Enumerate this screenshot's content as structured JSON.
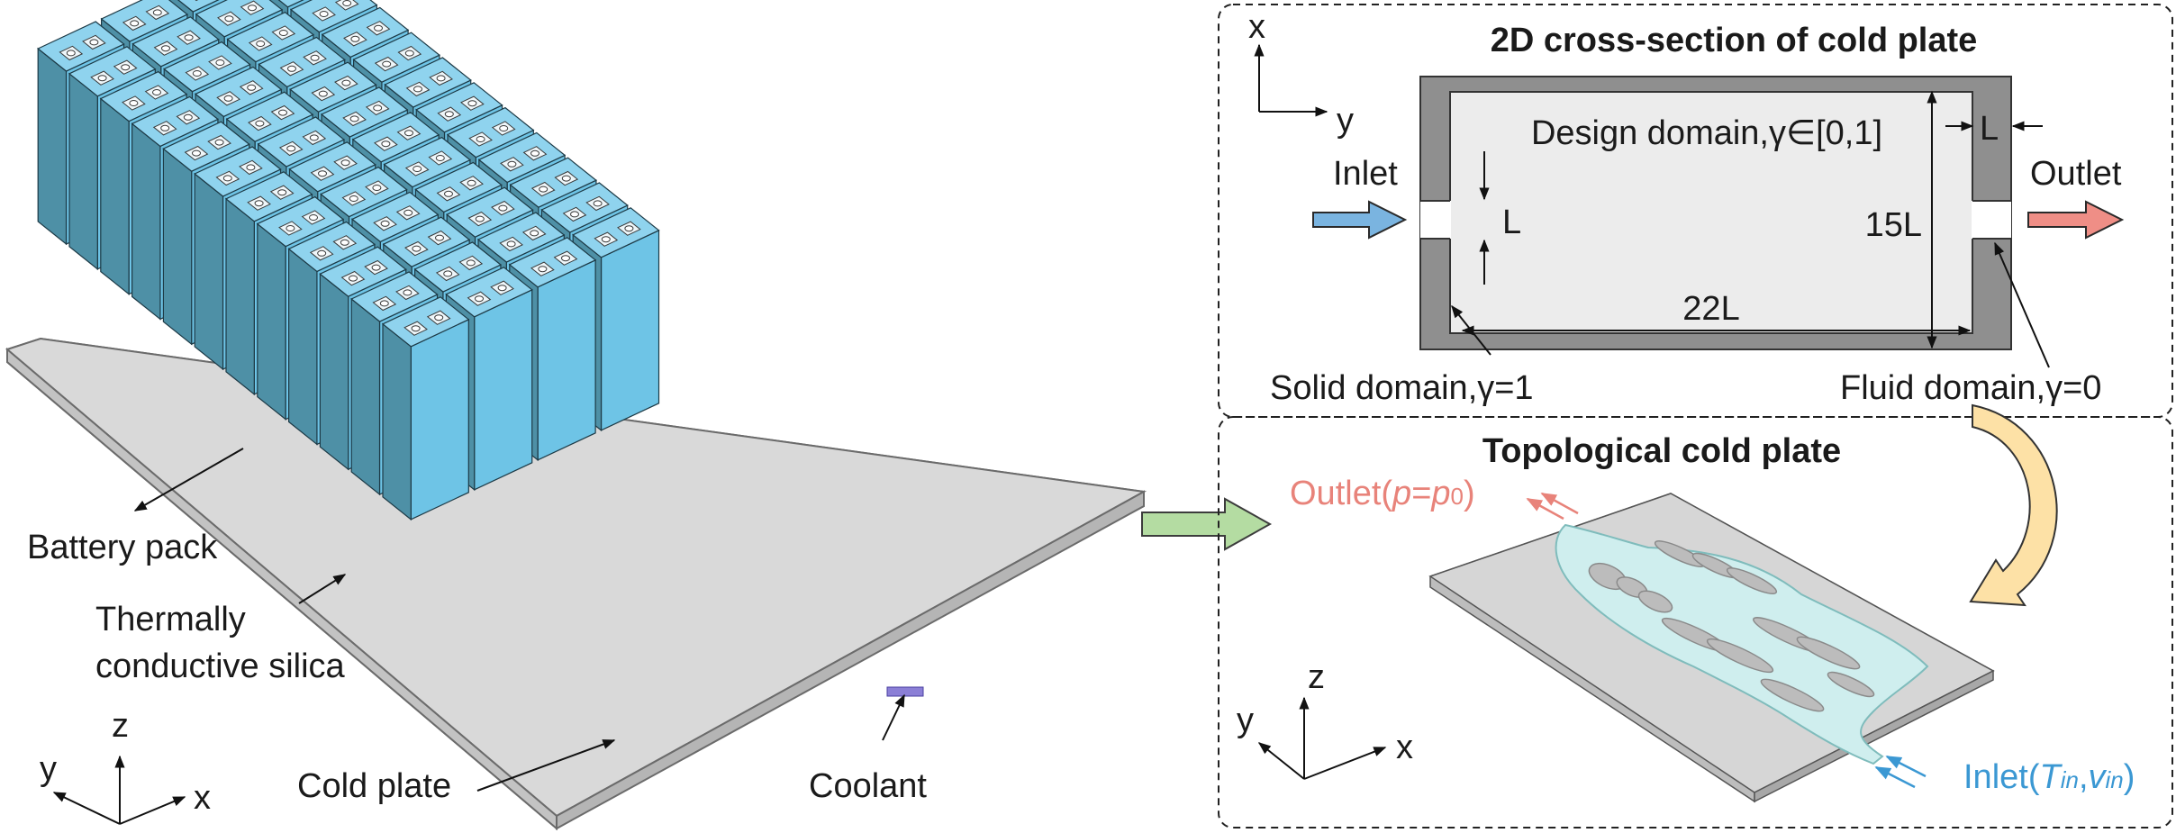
{
  "left": {
    "battery_pack": "Battery pack",
    "silica_line1": "Thermally",
    "silica_line2": "conductive silica",
    "cold_plate": "Cold plate",
    "coolant": "Coolant",
    "axes": {
      "z": "z",
      "y": "y",
      "x": "x"
    }
  },
  "cross_section": {
    "title": "2D cross-section of cold plate",
    "axis_x": "x",
    "axis_y": "y",
    "design_domain": "Design domain,γ∈[0,1]",
    "inlet": "Inlet",
    "outlet": "Outlet",
    "L_top": "L",
    "L_inlet": "L",
    "height": "15L",
    "width": "22L",
    "solid": "Solid domain,γ=1",
    "fluid": "Fluid domain,γ=0"
  },
  "topology": {
    "title": "Topological cold plate",
    "outlet_label": "Outlet(",
    "outlet_p": "p",
    "outlet_eq": "=",
    "outlet_p0": "p",
    "outlet_sub": "0",
    "outlet_close": ")",
    "inlet_label": "Inlet(",
    "inlet_T": "T",
    "inlet_T_sub": "in",
    "inlet_comma": ",",
    "inlet_v": "v",
    "inlet_v_sub": "in",
    "inlet_close": ")",
    "axes": {
      "z": "z",
      "y": "y",
      "x": "x"
    }
  },
  "colors": {
    "cell_top": "#8fd3ee",
    "cell_left": "#6ec4e6",
    "cell_right": "#4e90a6",
    "plate": "#d4d4d4",
    "solid": "#8f8f8f",
    "design": "#ececec",
    "inlet_arrow": "#7ab4e0",
    "outlet_arrow": "#ef8e86",
    "transfer_arrow": "#b4dca2",
    "curved_arrow": "#fde1a6",
    "channel": "#cfeeee"
  }
}
